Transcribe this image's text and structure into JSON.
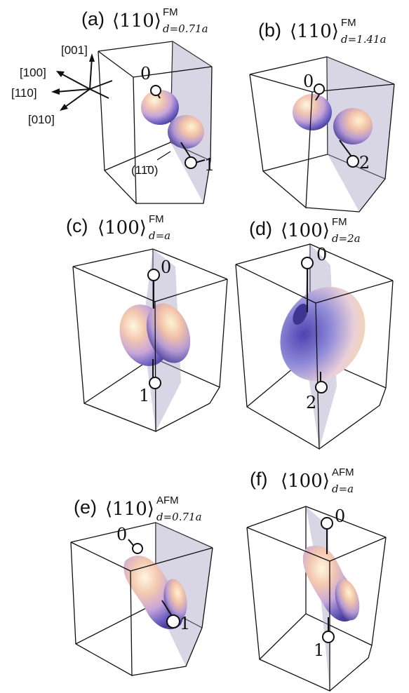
{
  "panels": [
    {
      "id": "a",
      "letter": "(a)",
      "bracket": "⟨110⟩",
      "sup": "FM",
      "sub": "d=0.71a",
      "site0": "0",
      "site1": "1"
    },
    {
      "id": "b",
      "letter": "(b)",
      "bracket": "⟨110⟩",
      "sup": "FM",
      "sub": "d=1.41a",
      "site0": "0",
      "site1": "2"
    },
    {
      "id": "c",
      "letter": "(c)",
      "bracket": "⟨100⟩",
      "sup": "FM",
      "sub": "d=a",
      "site0": "0",
      "site1": "1"
    },
    {
      "id": "d",
      "letter": "(d)",
      "bracket": "⟨100⟩",
      "sup": "FM",
      "sub": "d=2a",
      "site0": "0",
      "site1": "2"
    },
    {
      "id": "e",
      "letter": "(e)",
      "bracket": "⟨110⟩",
      "sup": "AFM",
      "sub": "d=0.71a",
      "site0": "0",
      "site1": "1"
    },
    {
      "id": "f",
      "letter": "(f)",
      "bracket": "⟨100⟩",
      "sup": "AFM",
      "sub": "d=a",
      "site0": "0",
      "site1": "1"
    }
  ],
  "axes": {
    "z": "[001]",
    "x": "[100]",
    "xy": "[110]",
    "y": "[010]"
  },
  "plane_label": "(11̄0)"
}
